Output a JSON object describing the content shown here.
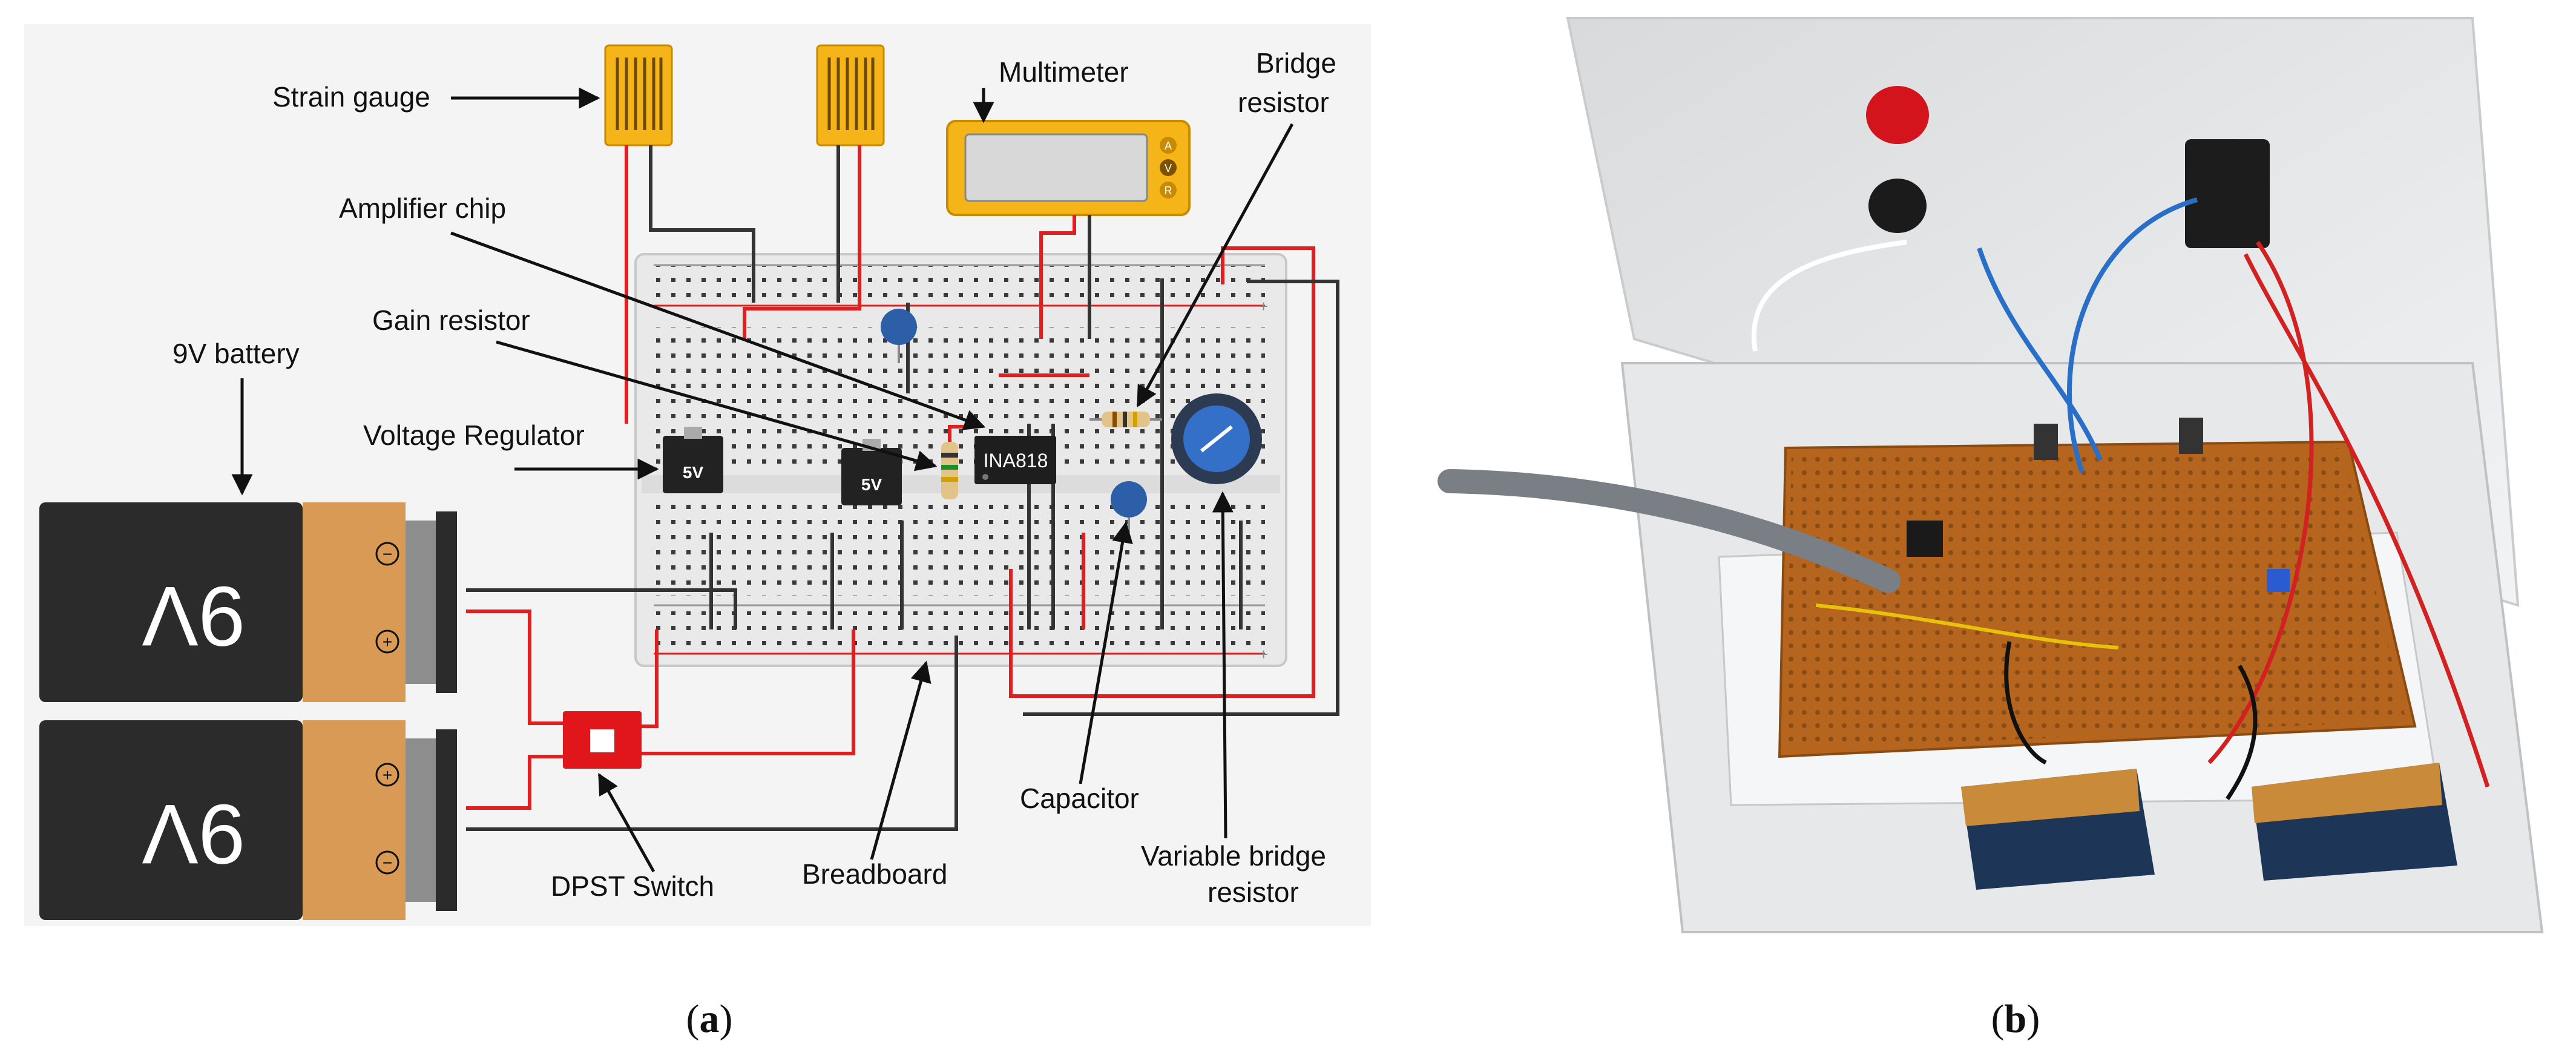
{
  "panel_a": {
    "caption_letter": "a",
    "labels": {
      "strain_gauge": "Strain gauge",
      "multimeter": "Multimeter",
      "bridge_resistor_1": "Bridge",
      "bridge_resistor_2": "resistor",
      "amplifier_chip": "Amplifier chip",
      "gain_resistor": "Gain resistor",
      "battery": "9V battery",
      "voltage_regulator": "Voltage Regulator",
      "dpst_switch": "DPST Switch",
      "breadboard": "Breadboard",
      "capacitor": "Capacitor",
      "variable_bridge_resistor_1": "Variable bridge",
      "variable_bridge_resistor_2": "resistor"
    },
    "components": {
      "chip_label": "INA818",
      "regulator_label": "5V",
      "battery_label": "9V",
      "multimeter_buttons": [
        "A",
        "V",
        "R"
      ],
      "battery_terminals": [
        "−",
        "+",
        "+",
        "−"
      ]
    },
    "colors": {
      "wire_red": "#e02020",
      "wire_black": "#333333",
      "gauge_yellow": "#f5b418",
      "battery_orange": "#d89a55",
      "battery_black": "#2b2b2b",
      "breadboard": "#ececec",
      "switch_red": "#e0161b",
      "capacitor_blue": "#2c5fa8"
    }
  },
  "panel_b": {
    "caption_letter": "b"
  }
}
